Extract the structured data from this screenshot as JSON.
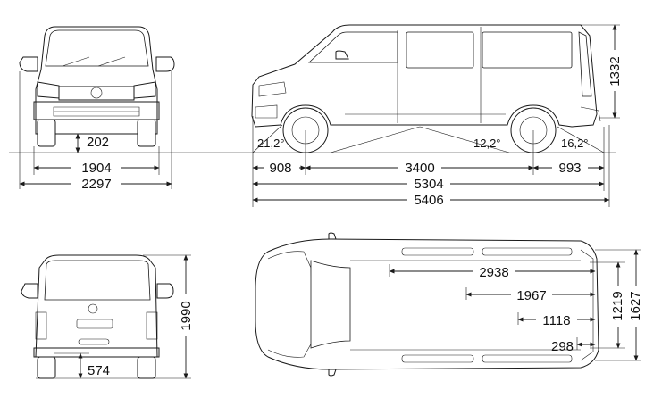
{
  "dimensions": {
    "front_ground_clearance": "202",
    "front_track": "1904",
    "overall_width": "2297",
    "height": "1332",
    "approach_angle": "21,2°",
    "ramp_angle": "12,2°",
    "departure_angle": "16,2°",
    "front_overhang": "908",
    "wheelbase": "3400",
    "rear_overhang": "993",
    "length_body": "5304",
    "length_total": "5406",
    "overall_height": "1990",
    "rear_floor_height": "574",
    "cargo_length_top": "2938",
    "cargo_length_mid": "1967",
    "cargo_length_rear": "1118",
    "cargo_length_min": "298",
    "width_between_wheelarches": "1219",
    "cargo_width": "1627"
  },
  "colors": {
    "line": "#1a1a1a",
    "background": "#ffffff"
  }
}
